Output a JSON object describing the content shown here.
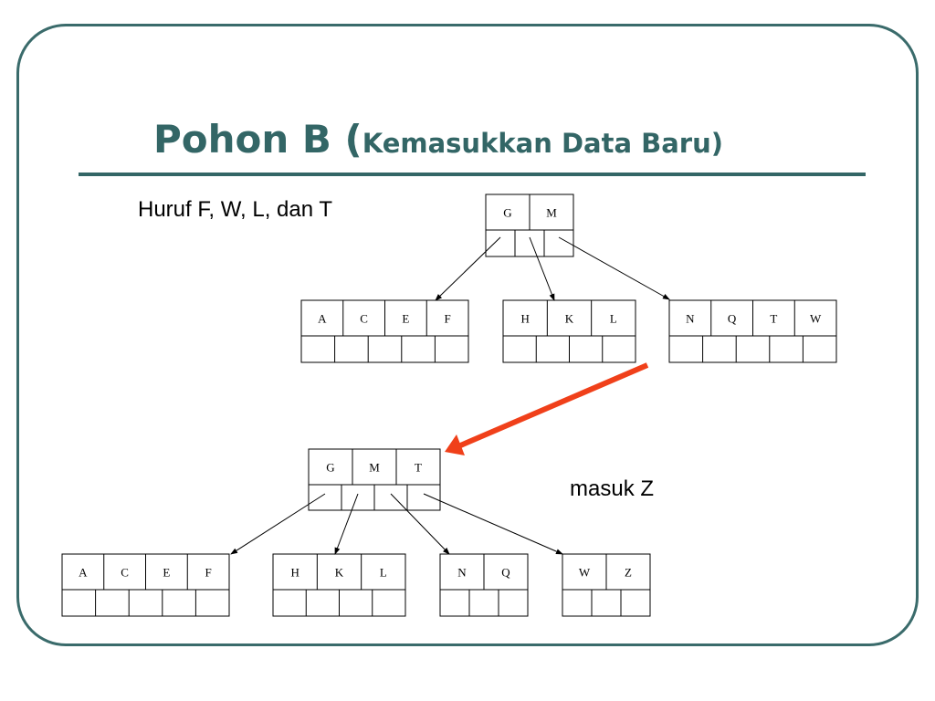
{
  "title": {
    "main": "Pohon B (",
    "sub": "Kemasukkan Data Baru)"
  },
  "notes": {
    "top": "Huruf F, W, L, dan T",
    "right": "masuk Z"
  },
  "tree_before": {
    "root": [
      "G",
      "M"
    ],
    "children": [
      [
        "A",
        "C",
        "E",
        "F"
      ],
      [
        "H",
        "K",
        "L"
      ],
      [
        "N",
        "Q",
        "T",
        "W"
      ]
    ]
  },
  "tree_after": {
    "root": [
      "G",
      "M",
      "T"
    ],
    "children": [
      [
        "A",
        "C",
        "E",
        "F"
      ],
      [
        "H",
        "K",
        "L"
      ],
      [
        "N",
        "Q"
      ],
      [
        "W",
        "Z"
      ]
    ]
  },
  "colors": {
    "title": "#336666",
    "frame": "#3a6b6b",
    "arrow": "#f0401a"
  }
}
